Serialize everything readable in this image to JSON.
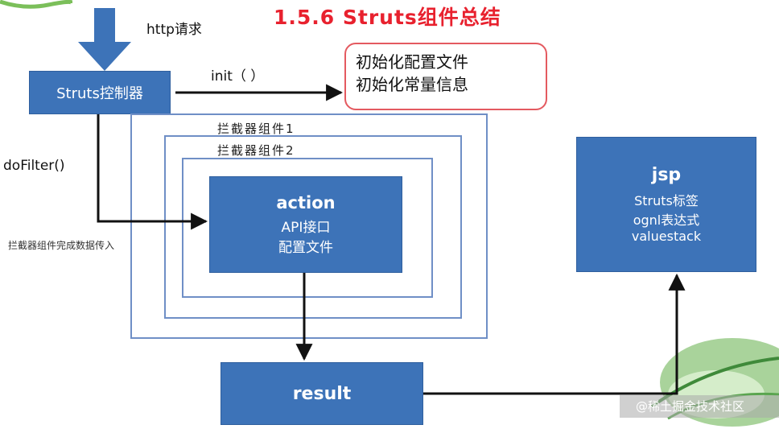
{
  "title": "1.5.6 Struts组件总结",
  "http_request_label": "http请求",
  "controller_label": "Struts控制器",
  "init_label": "init（ ）",
  "init_note": {
    "line1": "初始化配置文件",
    "line2": "初始化常量信息"
  },
  "dofilter_label": "doFilter()",
  "interceptor1_label": "拦截器组件1",
  "interceptor2_label": "拦截器组件2",
  "interceptor_note": "拦截器组件完成数据传入",
  "action_box": {
    "title": "action",
    "line1": "API接口",
    "line2": "配置文件"
  },
  "jsp_box": {
    "title": "jsp",
    "line1": "Struts标签",
    "line2": "ognl表达式",
    "line3": "valuestack"
  },
  "result_label": "result",
  "watermark": "@稀土掘金技术社区",
  "colors": {
    "box_fill": "#3d73b8",
    "outline": "#6f8fc6",
    "title_red": "#e8212e",
    "note_border": "#e45a60",
    "arrow": "#111111"
  }
}
